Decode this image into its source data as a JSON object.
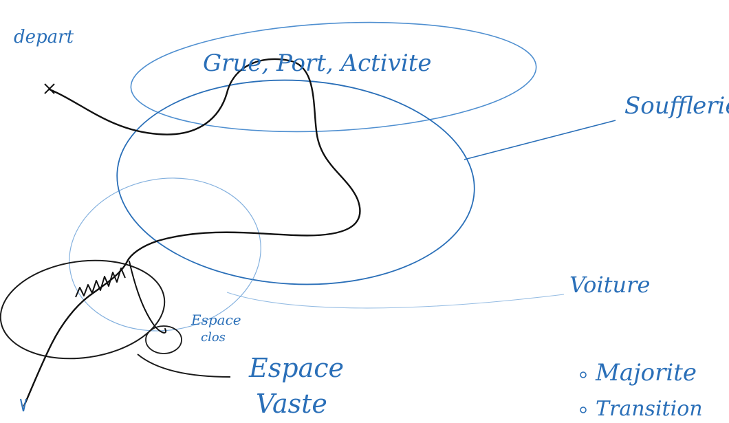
{
  "labels": {
    "start": "depart",
    "zone_top": "Grue, Port, Activite",
    "soufflerie": "Soufflerie",
    "voiture": "Voiture",
    "espace_clos": [
      "Espace",
      "clos"
    ],
    "espace_vaste": [
      "Espace",
      "Vaste"
    ],
    "legend_1": "Majorite",
    "legend_2": "Transition"
  },
  "colors": {
    "ink_blue": "#2a6fb8",
    "faint_blue": "#4f8fd0",
    "ink_black": "#111111",
    "background": "#ffffff"
  }
}
